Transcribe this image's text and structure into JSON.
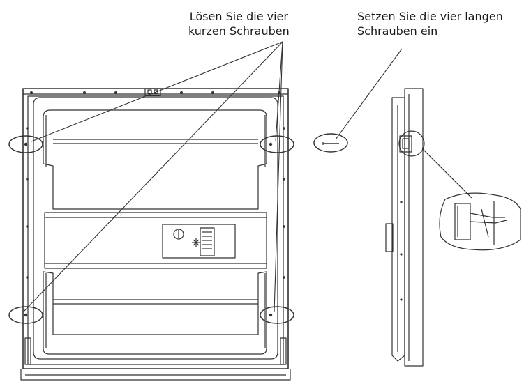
{
  "labels": {
    "short_screws_line1": "Lösen Sie die vier",
    "short_screws_line2": "kurzen Schrauben",
    "long_screws_line1": "Setzen Sie die vier langen",
    "long_screws_line2": "Schrauben ein"
  },
  "colors": {
    "line": "#333333",
    "background": "#ffffff"
  }
}
